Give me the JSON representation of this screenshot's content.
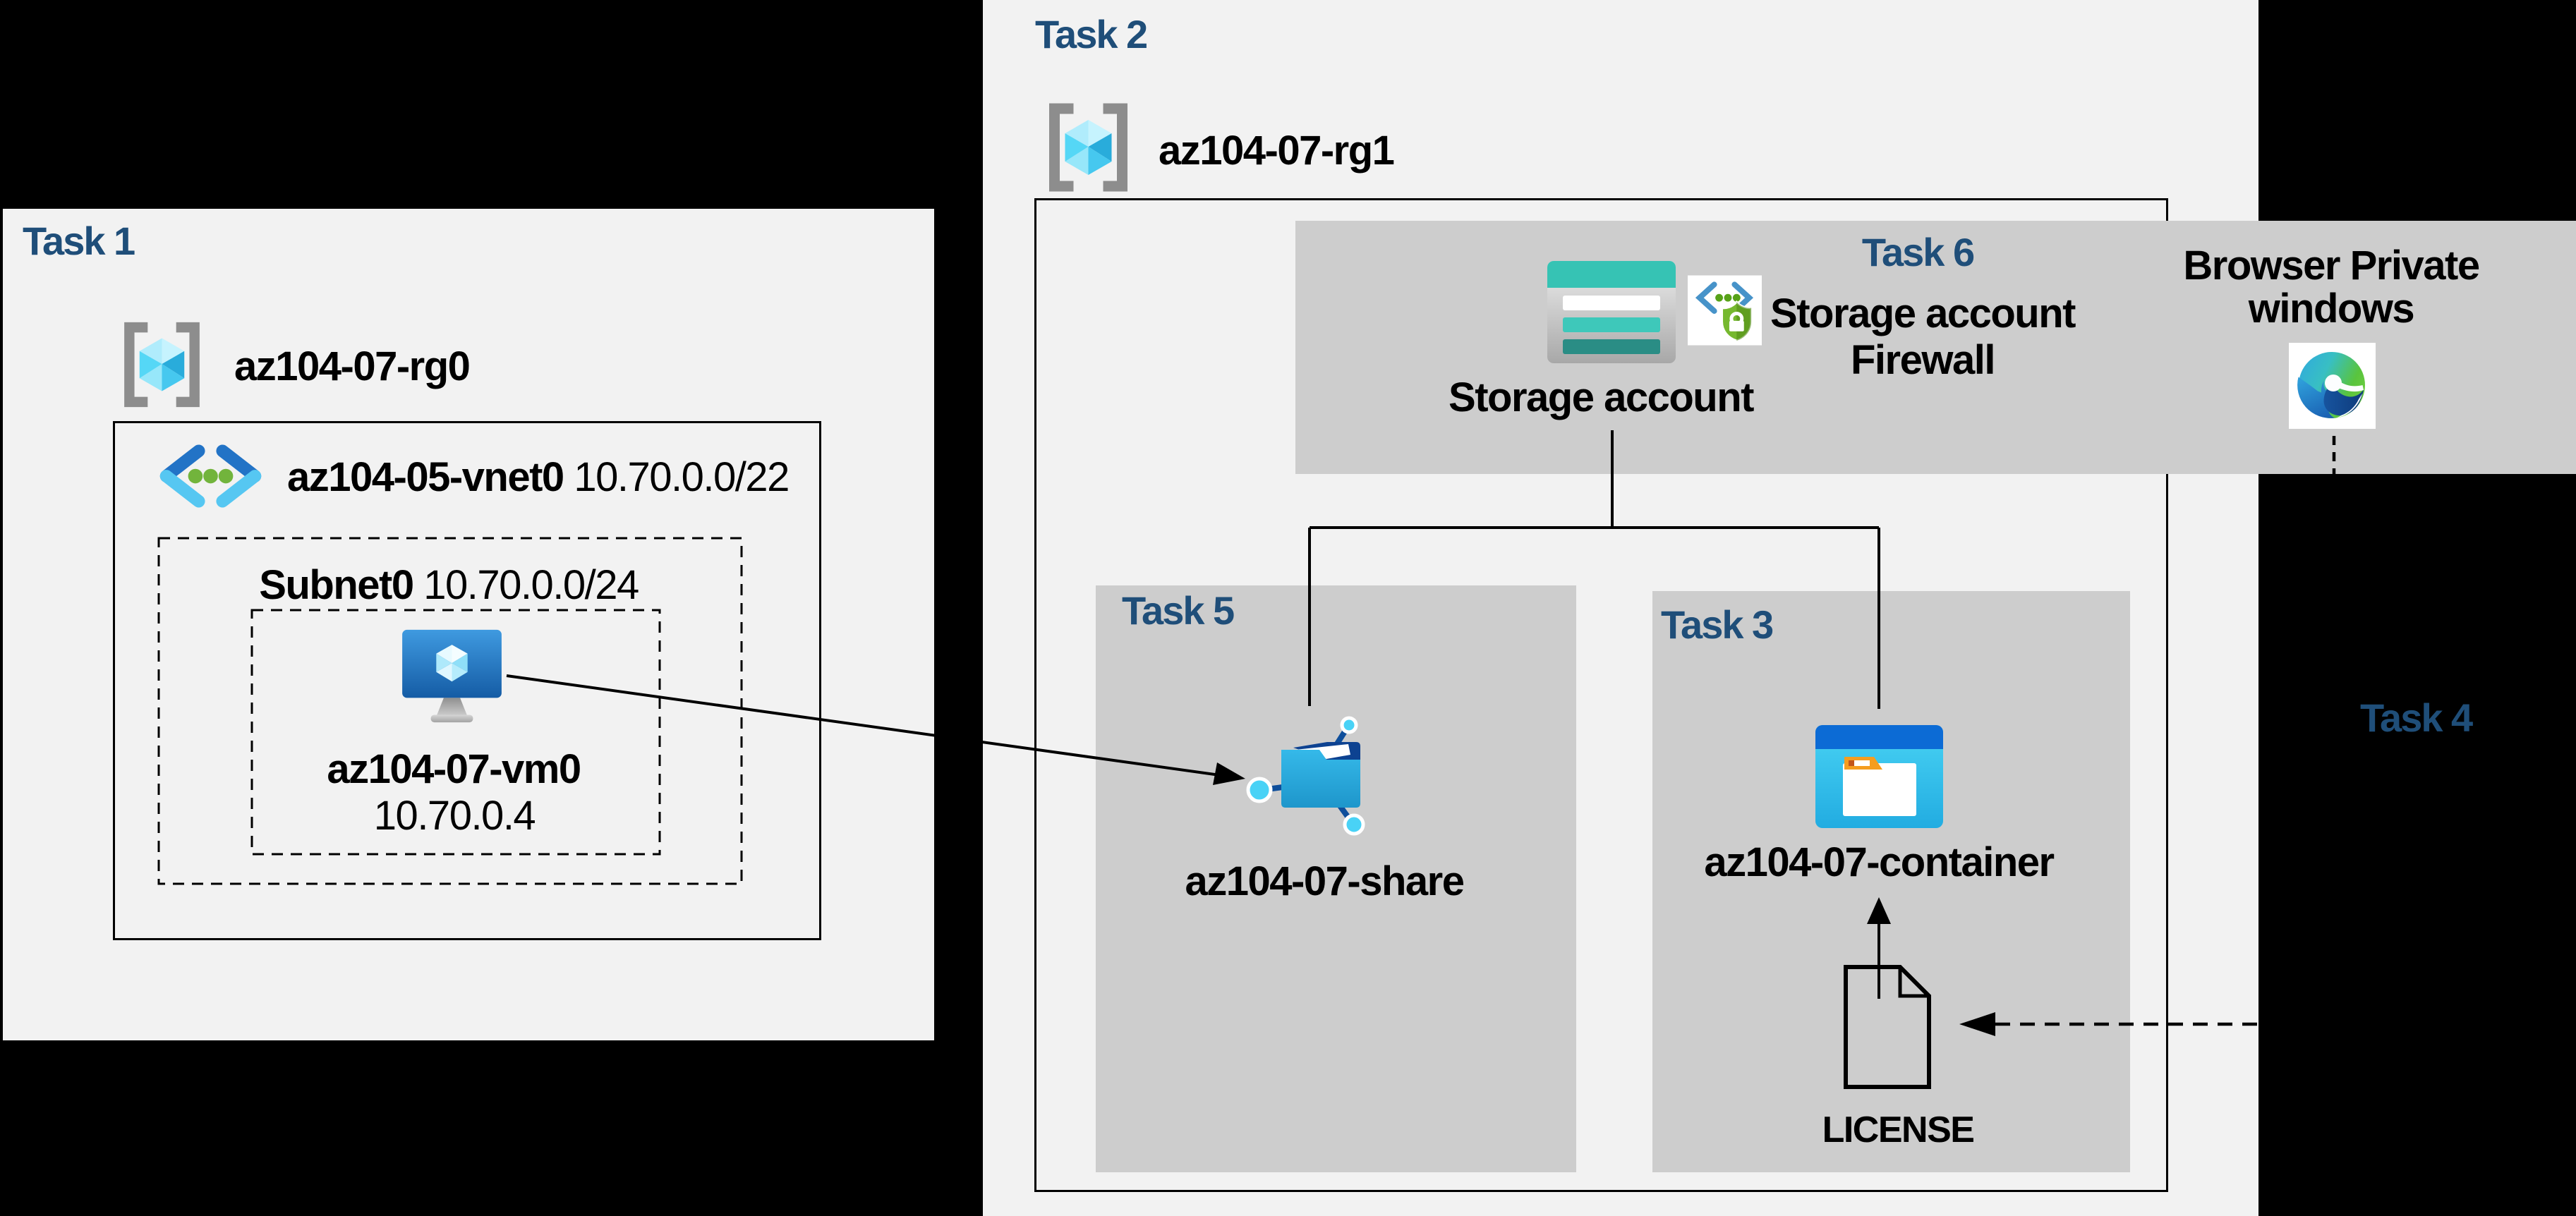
{
  "diagram": {
    "background_color": "#000000",
    "panel_color": "#f2f2f2",
    "box_color": "#cdcdcd",
    "task_label_color": "#1f4e79",
    "task1": {
      "label": "Task 1",
      "resource_group": "az104-07-rg0",
      "vnet_name": "az104-05-vnet0",
      "vnet_cidr": "10.70.0.0/22",
      "subnet_name": "Subnet0",
      "subnet_cidr": "10.70.0.0/24",
      "vm_name": "az104-07-vm0",
      "vm_ip": "10.70.0.4"
    },
    "task2": {
      "label": "Task 2",
      "resource_group": "az104-07-rg1",
      "storage_account_label": "Storage account",
      "task6_label": "Task 6",
      "firewall_caption_line1": "Storage account",
      "firewall_caption_line2": "Firewall",
      "browser_caption_line1": "Browser Private",
      "browser_caption_line2": "windows"
    },
    "task5": {
      "label": "Task 5",
      "share_name": "az104-07-share"
    },
    "task3": {
      "label": "Task 3",
      "container_name": "az104-07-container",
      "file_name": "LICENSE"
    },
    "task4": {
      "label": "Task 4"
    }
  }
}
